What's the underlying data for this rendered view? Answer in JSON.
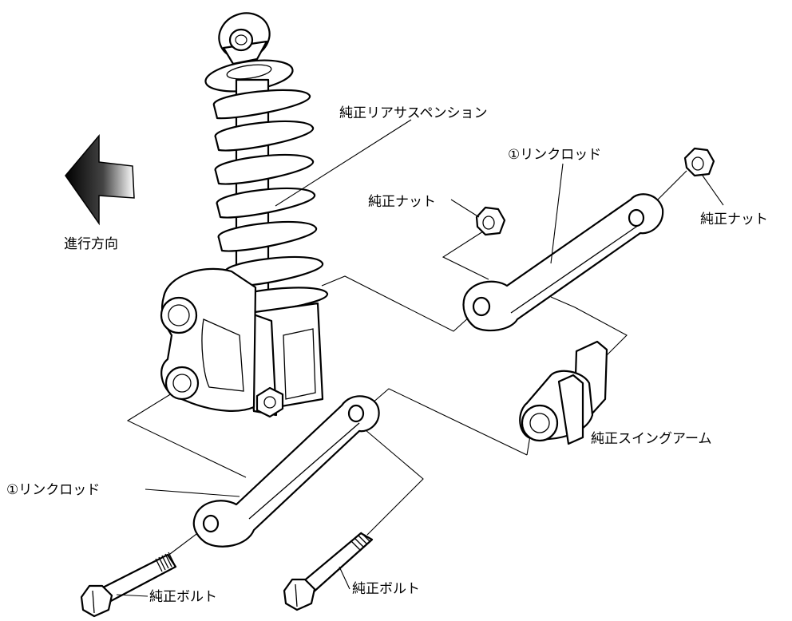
{
  "direction": {
    "label": "進行方向"
  },
  "parts": {
    "rear_suspension": "純正リアサスペンション",
    "link_rod_top": "①リンクロッド",
    "link_rod_bottom": "①リンクロッド",
    "nut_left": "純正ナット",
    "nut_right": "純正ナット",
    "swingarm": "純正スイングアーム",
    "bolt_left": "純正ボルト",
    "bolt_right": "純正ボルト"
  },
  "colors": {
    "line": "#000000",
    "background": "#ffffff"
  }
}
